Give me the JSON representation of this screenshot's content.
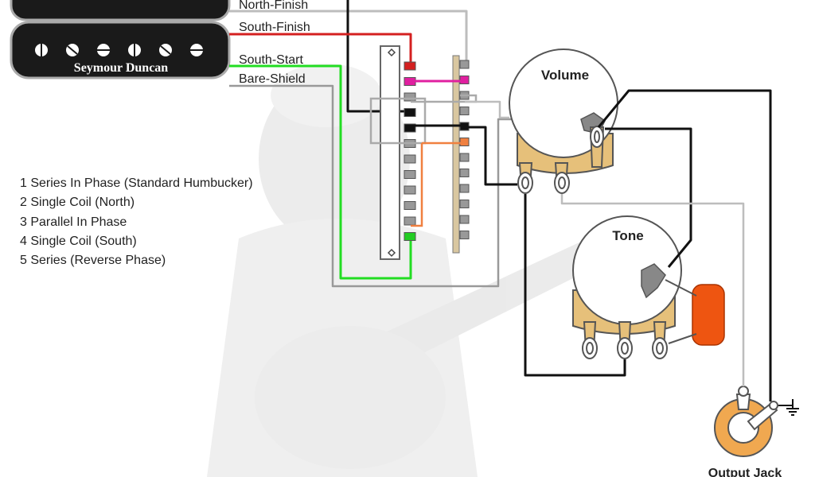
{
  "pickup": {
    "brand": "Seymour Duncan"
  },
  "wires": {
    "north_finish": "North-Finish",
    "south_finish": "South-Finish",
    "south_start": "South-Start",
    "bare_shield": "Bare-Shield"
  },
  "volume": {
    "label": "Volume"
  },
  "tone": {
    "label": "Tone"
  },
  "output_jack": {
    "label": "Output Jack"
  },
  "positions": [
    "1 Series In Phase (Standard Humbucker)",
    "2 Single Coil (North)",
    "3 Parallel In Phase",
    "4 Single Coil (South)",
    "5 Series (Reverse Phase)"
  ],
  "colors": {
    "wire_black": "#111111",
    "wire_red": "#d42020",
    "wire_green": "#22cc22",
    "wire_gray": "#bdbdbd",
    "wire_white": "#ffffff",
    "lug_pink": "#e020a0",
    "lug_orange": "#f08040",
    "capacitor": "#ee5511",
    "jack_ring": "#f0a850"
  }
}
